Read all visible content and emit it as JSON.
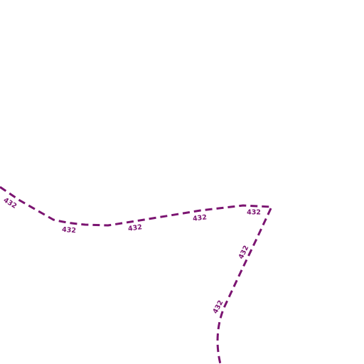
{
  "map": {
    "background_color": "#ffffff",
    "route": {
      "ref": "432",
      "color": "#7b1471",
      "style": "dashed"
    },
    "labels": [
      "432",
      "432",
      "432",
      "432",
      "432",
      "432",
      "432"
    ]
  }
}
